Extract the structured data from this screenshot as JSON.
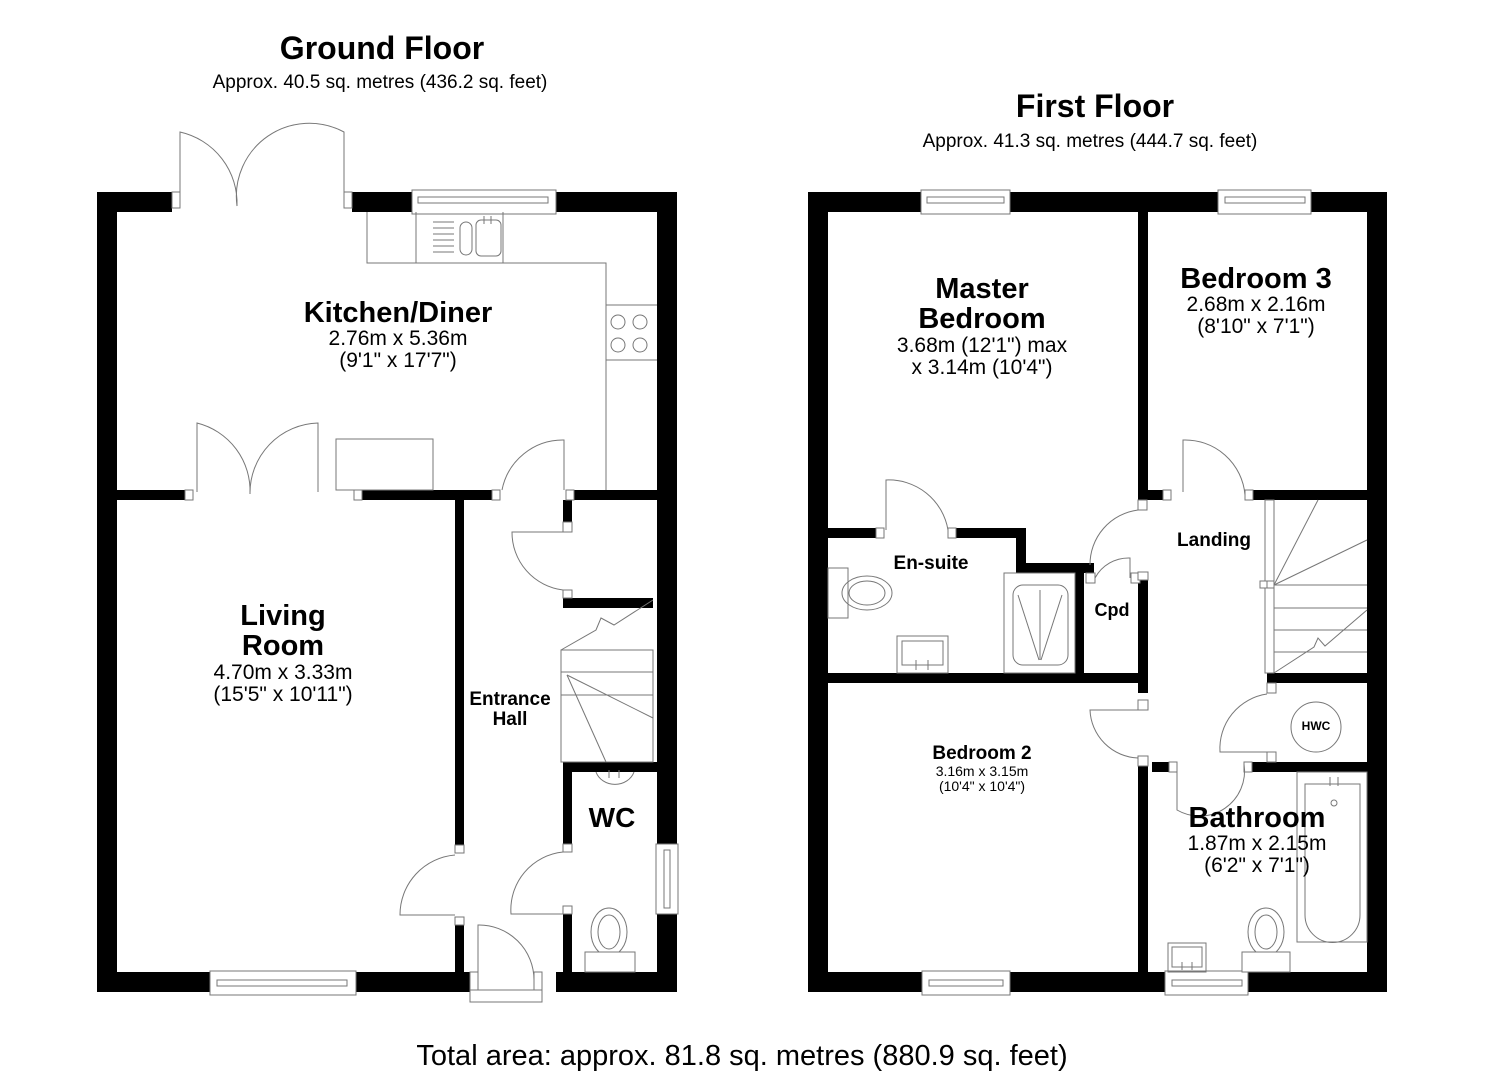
{
  "ground_floor": {
    "title": "Ground Floor",
    "area": "Approx. 40.5 sq. metres (436.2 sq. feet)",
    "rooms": [
      {
        "name": "Kitchen/Diner",
        "dim_metric": "2.76m x 5.36m",
        "dim_imperial": "(9'1\" x 17'7\")"
      },
      {
        "name_line1": "Living",
        "name_line2": "Room",
        "dim_metric": "4.70m x 3.33m",
        "dim_imperial": "(15'5\" x 10'11\")"
      },
      {
        "name_line1": "Entrance",
        "name_line2": "Hall"
      },
      {
        "name": "WC"
      }
    ]
  },
  "first_floor": {
    "title": "First Floor",
    "area": "Approx. 41.3 sq. metres (444.7 sq. feet)",
    "rooms": [
      {
        "name_line1": "Master",
        "name_line2": "Bedroom",
        "dim_line1": "3.68m (12'1\") max",
        "dim_line2": "x 3.14m (10'4\")"
      },
      {
        "name": "Bedroom 3",
        "dim_metric": "2.68m x 2.16m",
        "dim_imperial": "(8'10\" x 7'1\")"
      },
      {
        "name": "Landing"
      },
      {
        "name": "En-suite"
      },
      {
        "name": "Cpd"
      },
      {
        "name": "Bedroom 2",
        "dim_metric": "3.16m x 3.15m",
        "dim_imperial": "(10'4\" x 10'4\")"
      },
      {
        "name": "HWC"
      },
      {
        "name": "Bathroom",
        "dim_metric": "1.87m x 2.15m",
        "dim_imperial": "(6'2\" x 7'1\")"
      }
    ]
  },
  "total_area": "Total area: approx. 81.8 sq. metres (880.9 sq. feet)",
  "colors": {
    "wall": "#000000",
    "fixture_line": "#777777",
    "background": "#ffffff"
  }
}
